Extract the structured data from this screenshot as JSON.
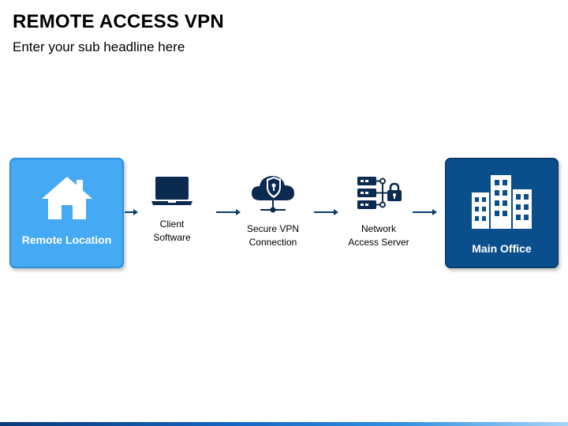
{
  "header": {
    "title": "REMOTE ACCESS VPN",
    "subtitle": "Enter your sub headline here"
  },
  "flow": {
    "start": {
      "label": "Remote Location",
      "icon": "house-icon",
      "color": "#45a9f3"
    },
    "steps": [
      {
        "line1": "Client",
        "line2": "Software",
        "icon": "laptop-icon"
      },
      {
        "line1": "Secure VPN",
        "line2": "Connection",
        "icon": "secure-cloud-icon"
      },
      {
        "line1": "Network",
        "line2": "Access Server",
        "icon": "server-lock-icon"
      }
    ],
    "end": {
      "label": "Main Office",
      "icon": "office-buildings-icon",
      "color": "#0a4f8c"
    },
    "arrow_color": "#0a3a6e"
  }
}
